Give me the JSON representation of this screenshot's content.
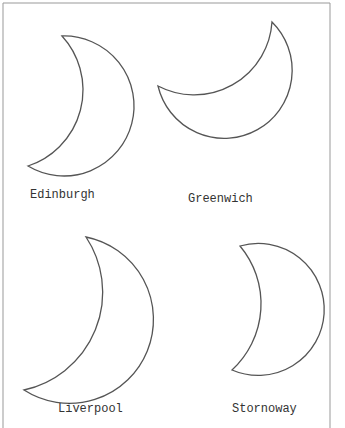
{
  "diagram": {
    "labels": [
      "Edinburgh",
      "Greenwich",
      "Liverpool",
      "Stornoway"
    ]
  }
}
